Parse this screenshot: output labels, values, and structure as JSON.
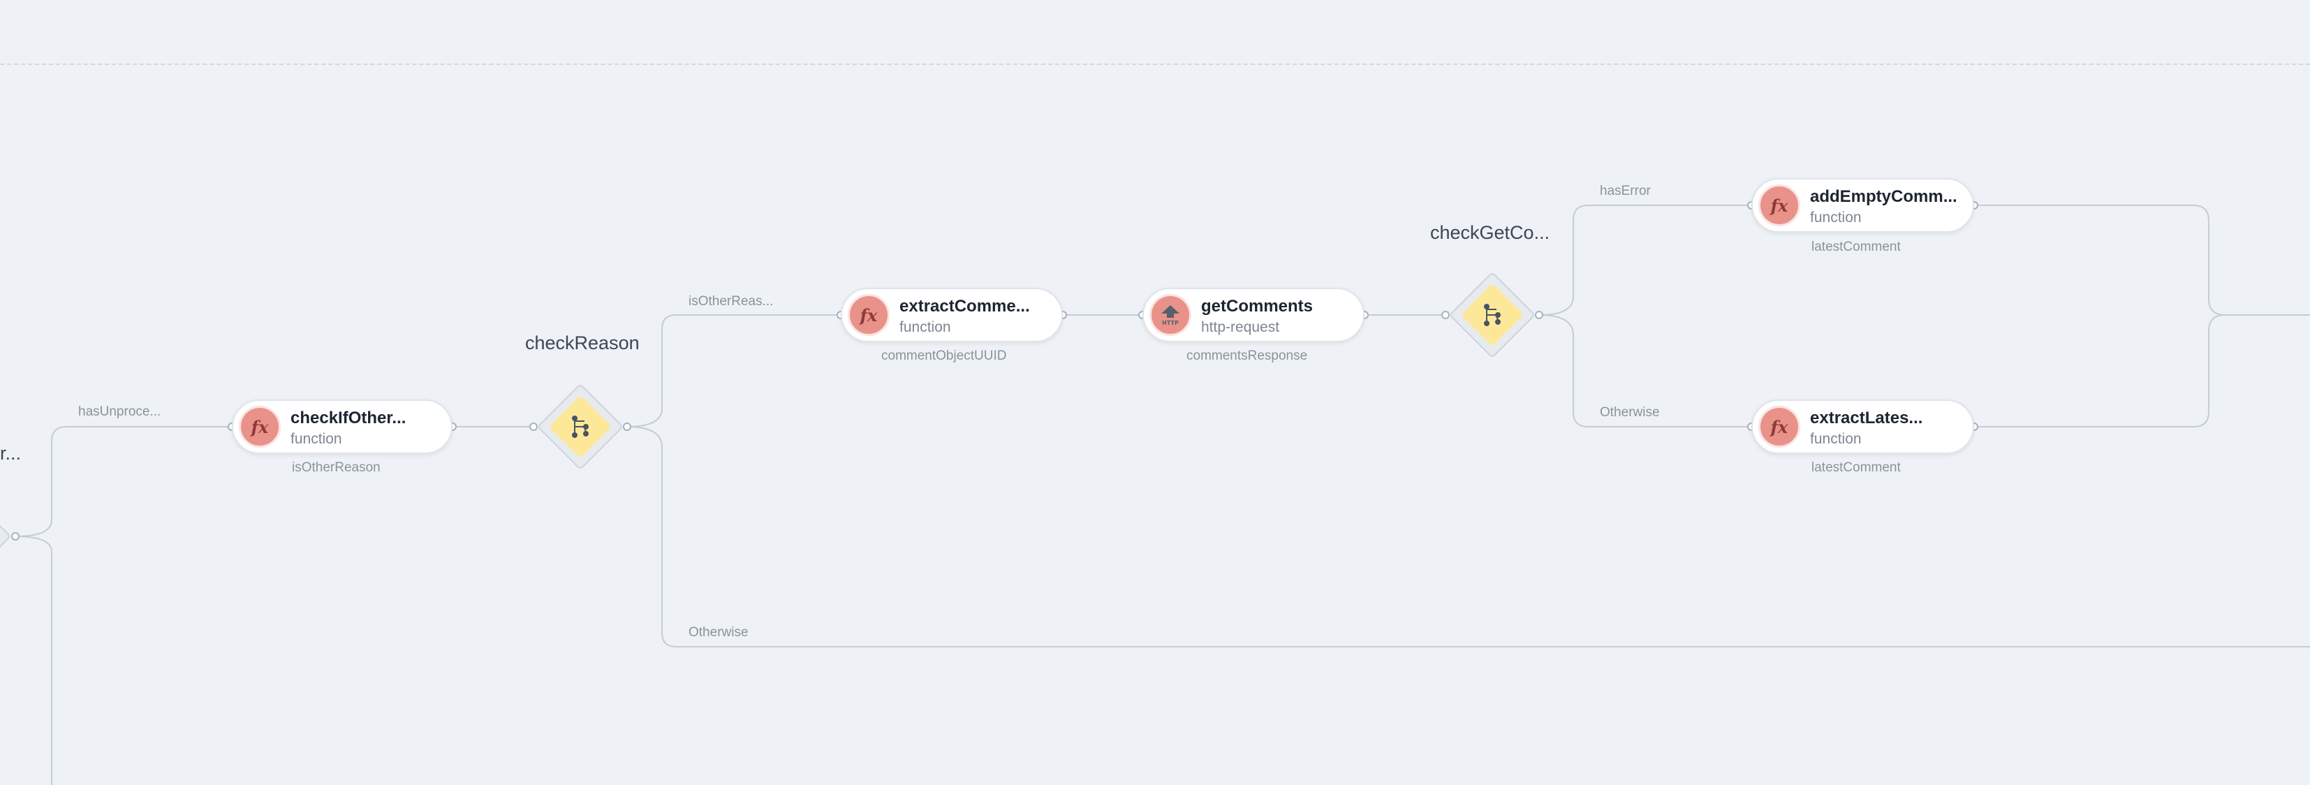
{
  "nodes": {
    "check_if_other": {
      "title": "checkIfOther...",
      "kind": "function",
      "output": "isOtherReason",
      "icon": "function-icon"
    },
    "extract_comments": {
      "title": "extractComme...",
      "kind": "function",
      "output": "commentObjectUUID",
      "icon": "function-icon"
    },
    "get_comments": {
      "title": "getComments",
      "kind": "http-request",
      "output": "commentsResponse",
      "icon": "http-upload-icon",
      "icon_text": "HTTP"
    },
    "add_empty_comment": {
      "title": "addEmptyComm...",
      "kind": "function",
      "output": "latestComment",
      "icon": "function-icon"
    },
    "extract_latest": {
      "title": "extractLates...",
      "kind": "function",
      "output": "latestComment",
      "icon": "function-icon"
    }
  },
  "function_glyph": "fx",
  "decisions": {
    "left_partial": {
      "title": "r..."
    },
    "check_reason": {
      "title": "checkReason",
      "icon": "branch-icon"
    },
    "check_get_comments": {
      "title": "checkGetCo...",
      "icon": "branch-icon"
    }
  },
  "edges": {
    "has_unprocessed": "hasUnproce...",
    "is_other_reason": "isOtherReas...",
    "otherwise_reason": "Otherwise",
    "has_error": "hasError",
    "otherwise_comments": "Otherwise"
  },
  "colors": {
    "background": "#eef2f6",
    "function_icon": "#e8928a",
    "decision_fill": "#fde89a",
    "wire": "#c5ccd4"
  }
}
